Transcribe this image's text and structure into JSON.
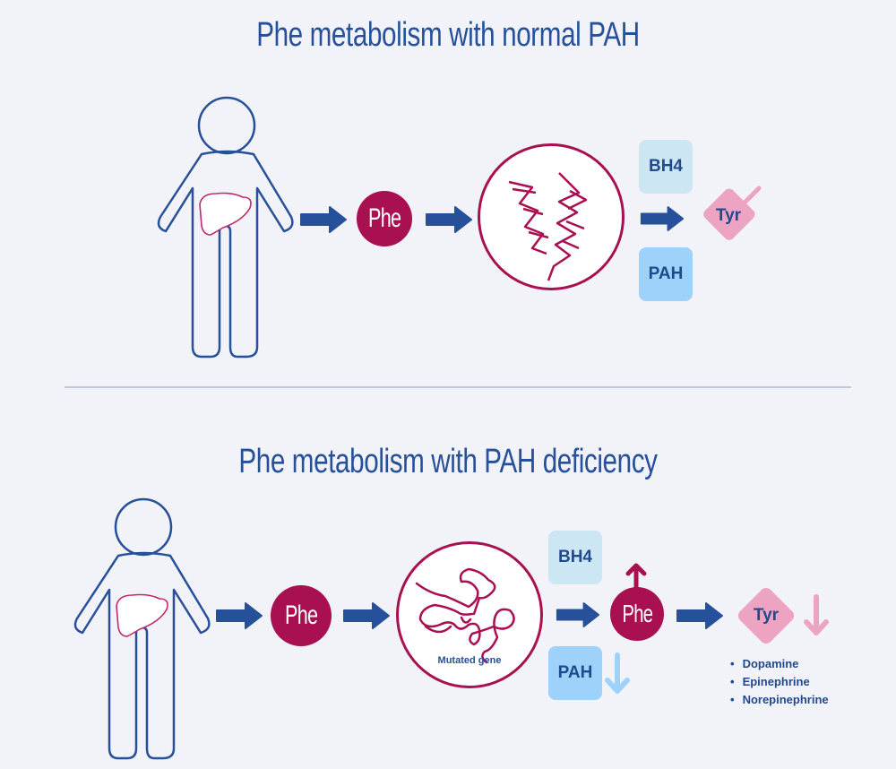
{
  "panels": [
    {
      "title": "Phe metabolism with normal PAH",
      "phe_label": "Phe",
      "cofactor_label": "BH4",
      "enzyme_label": "PAH",
      "product_label": "Tyr"
    },
    {
      "title": "Phe metabolism with PAH deficiency",
      "phe_label": "Phe",
      "gene_label": "Mutated gene",
      "cofactor_label": "BH4",
      "enzyme_label": "PAH",
      "accumulated_label": "Phe",
      "product_label": "Tyr",
      "neurotransmitters": [
        "Dopamine",
        "Epinephrine",
        "Norepinephrine"
      ]
    }
  ],
  "colors": {
    "background": "#f2f3f8",
    "navy": "#26509a",
    "magenta": "#a81052",
    "pink": "#eda3c2",
    "light_blue": "#cce6f3",
    "sky_blue": "#9ed2fb",
    "divider": "#bcc8dd"
  }
}
